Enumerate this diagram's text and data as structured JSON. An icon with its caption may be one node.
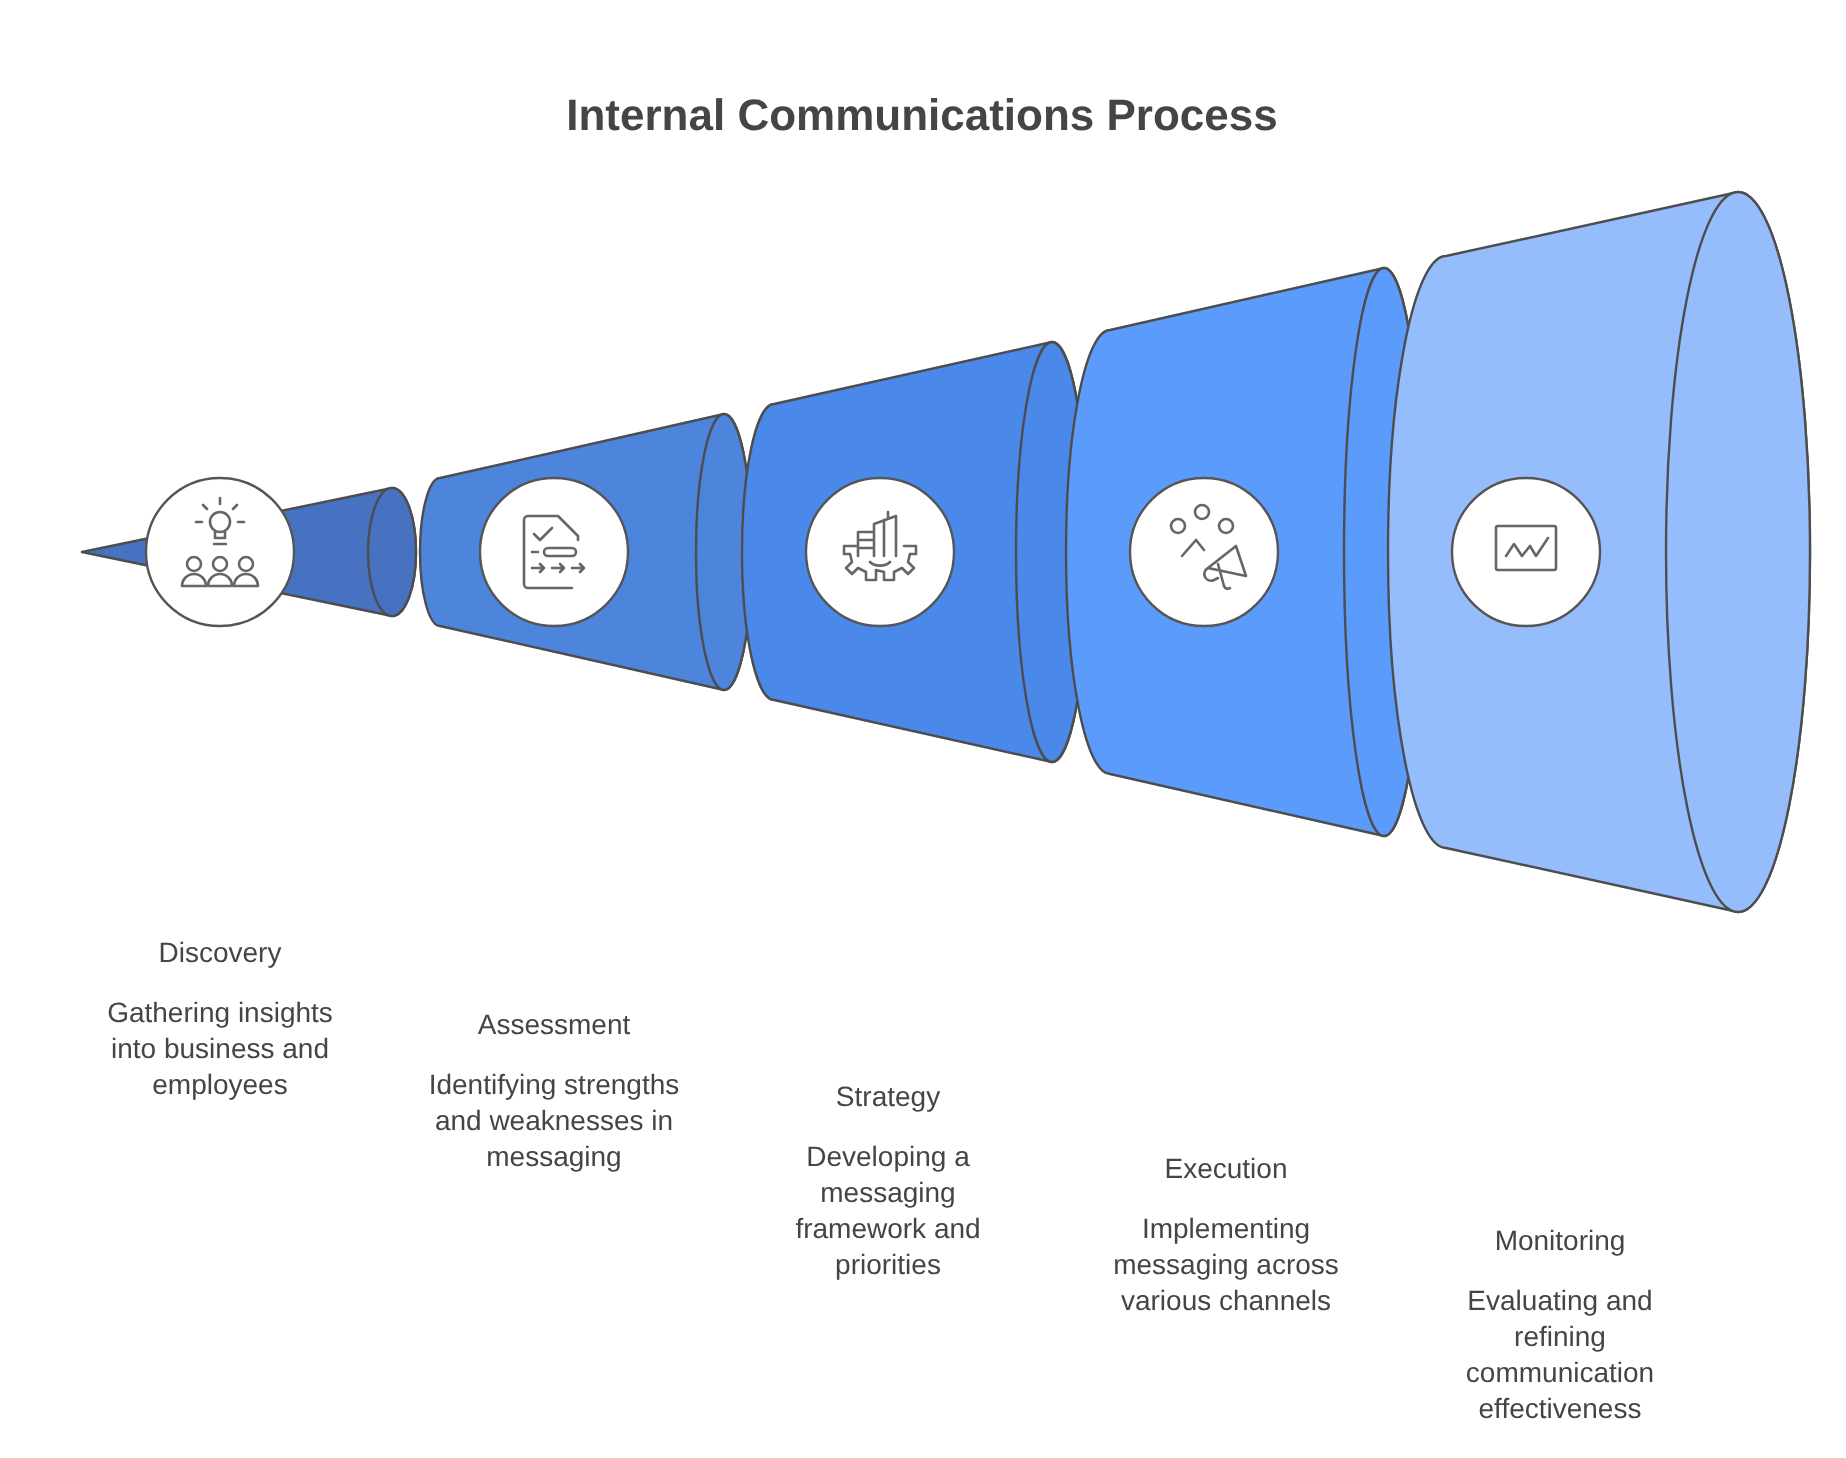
{
  "diagram": {
    "title": "Internal Communications Process",
    "labels": [
      "Discovery",
      "Gathering insights into business and employees",
      "Assessment",
      "Identifying strengths and weaknesses in messaging",
      "Strategy",
      "Developing a messaging framework and priorities",
      "Execution",
      "Implementing messaging across various channels",
      "Monitoring",
      "Evaluating and refining communication effectiveness"
    ]
  }
}
